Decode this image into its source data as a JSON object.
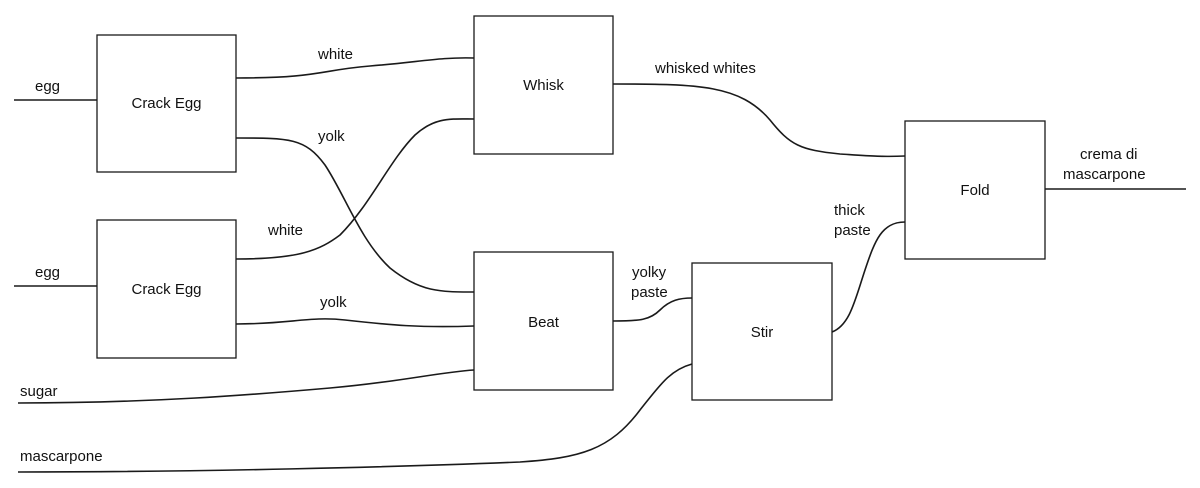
{
  "diagram": {
    "processes": {
      "crack_egg_1": "Crack Egg",
      "crack_egg_2": "Crack Egg",
      "whisk": "Whisk",
      "beat": "Beat",
      "stir": "Stir",
      "fold": "Fold"
    },
    "edges": {
      "egg_1": "egg",
      "egg_2": "egg",
      "white_1": "white",
      "yolk_1": "yolk",
      "white_2": "white",
      "yolk_2": "yolk",
      "whisked_whites": "whisked whites",
      "sugar": "sugar",
      "mascarpone": "mascarpone",
      "yolky_paste_line1": "yolky",
      "yolky_paste_line2": "paste",
      "thick_paste_line1": "thick",
      "thick_paste_line2": "paste",
      "output_line1": "crema di",
      "output_line2": "mascarpone"
    }
  }
}
